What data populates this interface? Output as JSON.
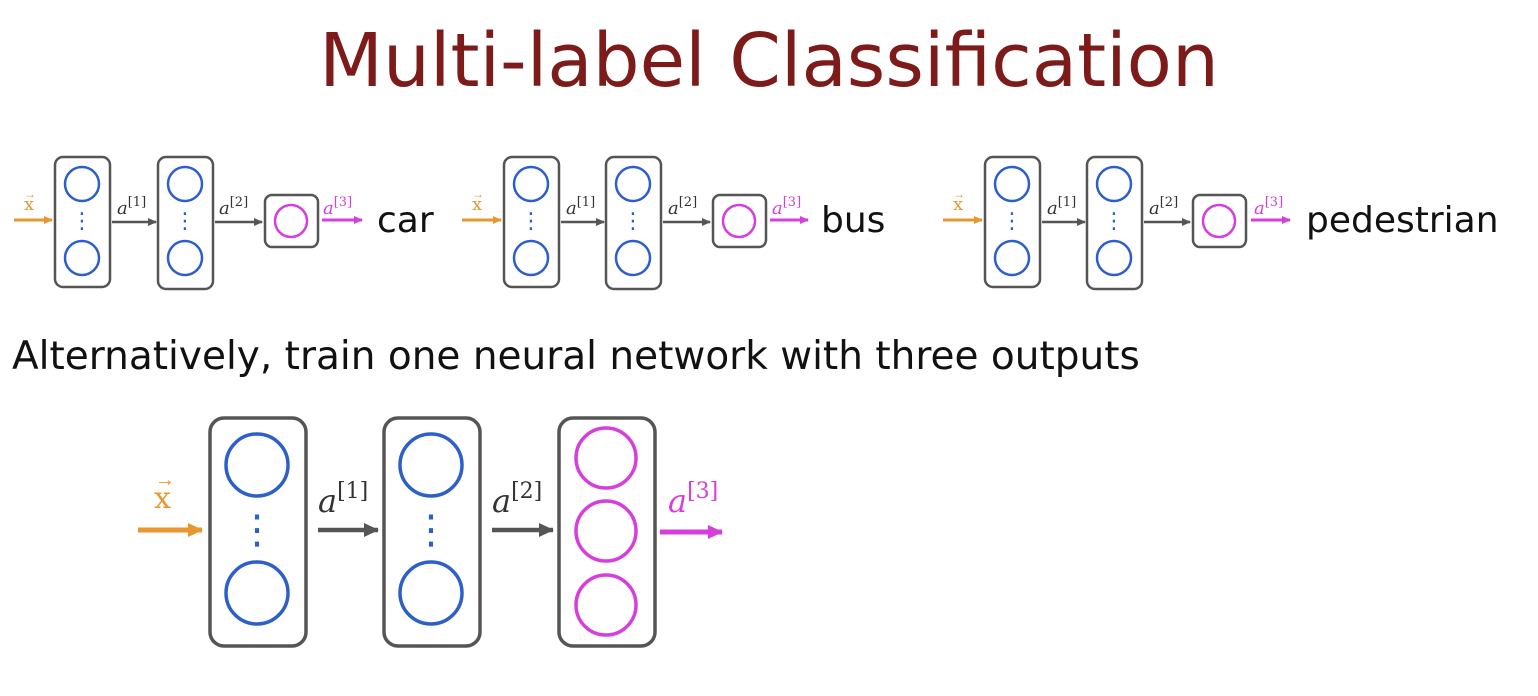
{
  "slide": {
    "title": "Multi-label Classification",
    "subtitle": "Alternatively, train one neural network with three outputs"
  },
  "symbols": {
    "input": "x",
    "act1": "a",
    "act2": "a",
    "act3": "a",
    "sup1": "[1]",
    "sup2": "[2]",
    "sup3": "[3]",
    "ellipsis": "⋮"
  },
  "networks": [
    {
      "output_label": "car"
    },
    {
      "output_label": "bus"
    },
    {
      "output_label": "pedestrian"
    }
  ],
  "colors": {
    "title": "#7d1a1a",
    "input": "#e8962e",
    "hidden_neuron": "#2d5fc9",
    "output_neuron": "#d63fdc",
    "arrow": "#555555",
    "box": "#555555"
  }
}
